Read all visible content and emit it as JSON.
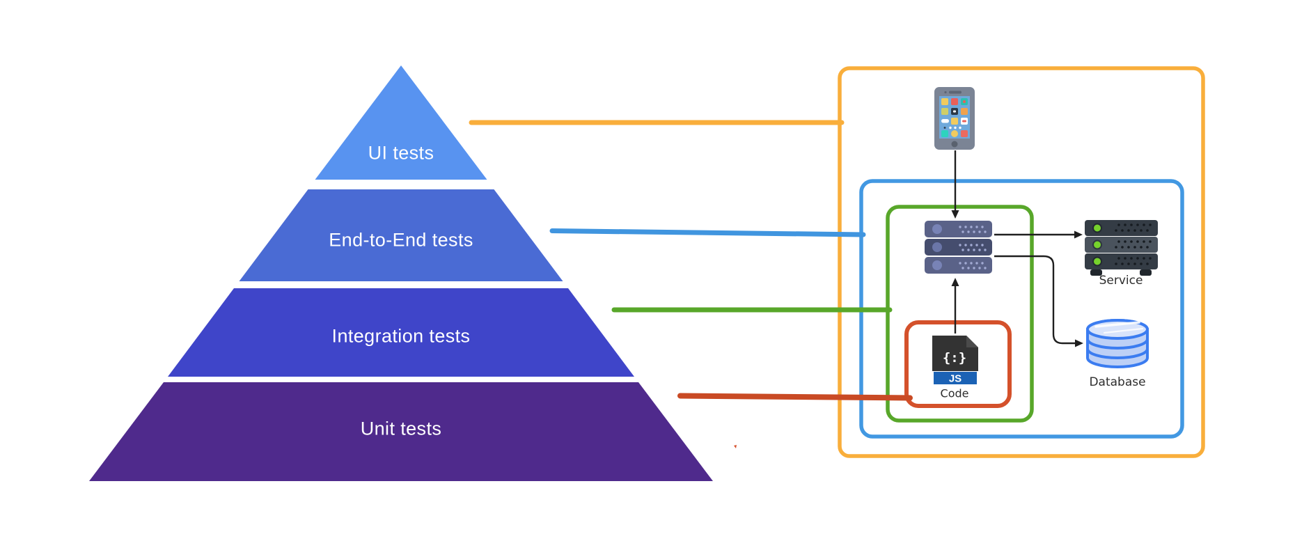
{
  "pyramid": {
    "levels": [
      {
        "label": "UI tests",
        "color": "#5893F0"
      },
      {
        "label": "End-to-End tests",
        "color": "#4A6BD4"
      },
      {
        "label": "Integration tests",
        "color": "#3F45C9"
      },
      {
        "label": "Unit tests",
        "color": "#4F2A8C"
      }
    ],
    "label_color": "#FFFFFF"
  },
  "connectors": [
    {
      "links": "UI tests",
      "color": "#F9AE3B"
    },
    {
      "links": "End-to-End tests",
      "color": "#4095DF"
    },
    {
      "links": "Integration tests",
      "color": "#58A72A"
    },
    {
      "links": "Unit tests",
      "color": "#C94A24"
    }
  ],
  "architecture": {
    "scope_boxes": [
      {
        "scope": "UI tests",
        "color": "#F9AE3B"
      },
      {
        "scope": "End-to-End tests",
        "color": "#4298E2"
      },
      {
        "scope": "Integration tests",
        "color": "#58A72A"
      },
      {
        "scope": "Unit tests",
        "color": "#D4512B"
      }
    ],
    "labels": {
      "service": "Service",
      "database": "Database",
      "code": "Code"
    },
    "code_icon": {
      "glyph": "{:}",
      "badge": "JS"
    },
    "icons": [
      "smartphone-icon",
      "app-server-stack-icon",
      "service-rack-icon",
      "database-cylinder-icon",
      "js-code-file-icon"
    ],
    "arrow_color": "#1F1F1F"
  }
}
